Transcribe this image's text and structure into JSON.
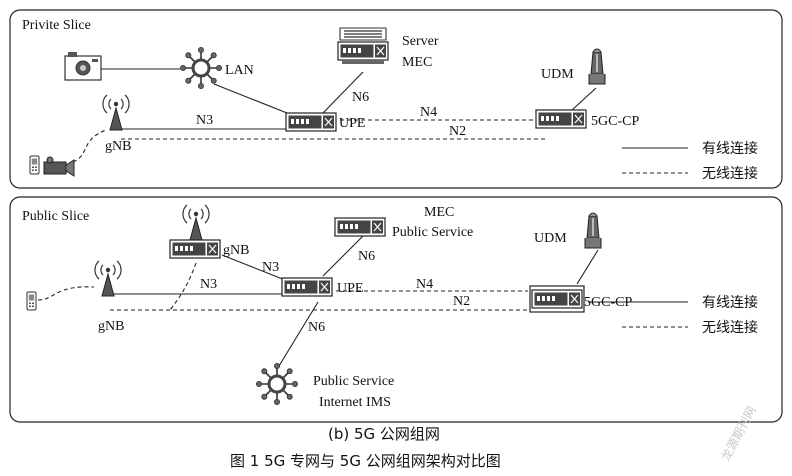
{
  "private": {
    "title": "Privite Slice",
    "lan": "LAN",
    "server_line1": "Server",
    "server_line2": "MEC",
    "udm": "UDM",
    "n6": "N6",
    "n3": "N3",
    "n4": "N4",
    "n2": "N2",
    "upe": "UPE",
    "cp": "5GC-CP",
    "gnb": "gNB",
    "legend_wired": "有线连接",
    "legend_wireless": "无线连接"
  },
  "public": {
    "title": "Public Slice",
    "mec_line1": "MEC",
    "mec_line2": "Public Service",
    "udm": "UDM",
    "n6_top": "N6",
    "n6_bottom": "N6",
    "n3_upper": "N3",
    "n3_lower": "N3",
    "n4": "N4",
    "n2": "N2",
    "upe": "UPE",
    "cp": "5GC-CP",
    "gnb_upper": "gNB",
    "gnb_lower": "gNB",
    "internet_line1": "Public Service",
    "internet_line2": "Internet IMS",
    "legend_wired": "有线连接",
    "legend_wireless": "无线连接"
  },
  "caption": {
    "sub": "(b) 5G 公网组网",
    "main": "图 1   5G 专网与 5G 公网组网架构对比图"
  },
  "watermark": "龙源期刊网",
  "icons": [
    "camera-icon",
    "lan-hub-icon",
    "server-icon",
    "udm-database-icon",
    "router-icon",
    "antenna-icon",
    "phone-icon",
    "video-camera-icon",
    "internet-hub-icon"
  ]
}
